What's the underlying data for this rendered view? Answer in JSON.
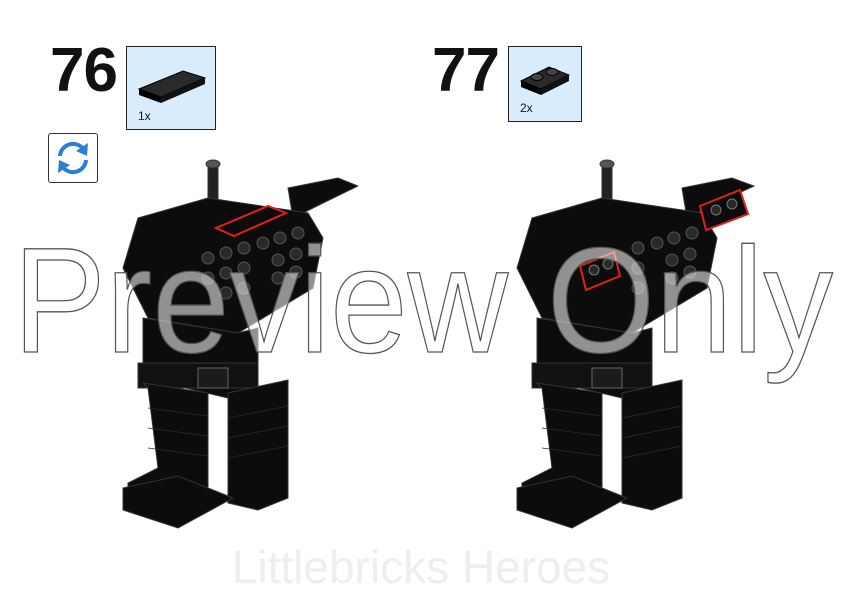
{
  "steps": [
    {
      "number": "76",
      "quantity": "1x",
      "part_color": "#111111"
    },
    {
      "number": "77",
      "quantity": "2x",
      "part_color": "#111111"
    }
  ],
  "watermark_text": "Preview Only",
  "footer_text": "Littlebricks Heroes",
  "colors": {
    "parts_box_bg": "#d9ecfb",
    "highlight": "#e0201c",
    "rotate_icon": "#2a7fd4",
    "brick": "#0c0c0c"
  }
}
